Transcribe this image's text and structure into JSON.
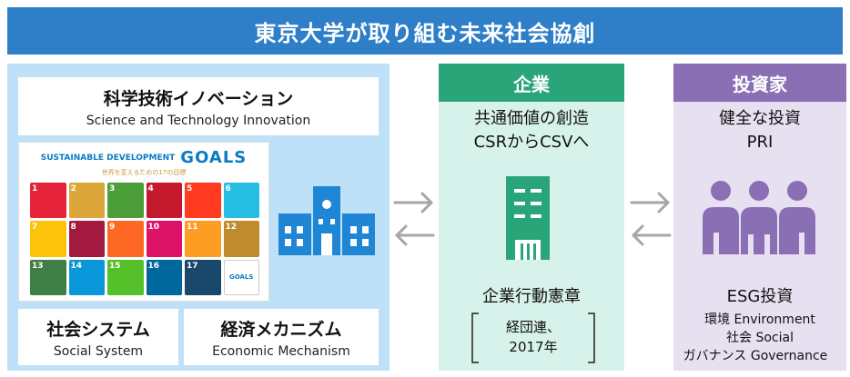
{
  "banner": {
    "title": "東京大学が取り組む未来社会協創"
  },
  "university": {
    "science": {
      "jp": "科学技術イノベーション",
      "en": "Science and Technology Innovation"
    },
    "social": {
      "jp": "社会システム",
      "en": "Social System"
    },
    "economic": {
      "jp": "経済メカニズム",
      "en": "Economic Mechanism"
    },
    "sdgs": {
      "title_small": "SUSTAINABLE DEVELOPMENT",
      "title_big": "GOALS",
      "subtitle": "世界を変えるための17の目標"
    },
    "building_icon": "university-building-icon"
  },
  "company": {
    "header": "企業",
    "line1": "共通価値の創造",
    "line2": "CSRからCSVへ",
    "charter": "企業行動憲章",
    "source": "経団連、",
    "year": "2017年",
    "color": "#2aa579",
    "bg": "#d7f2ea",
    "icon": "office-building-icon"
  },
  "investor": {
    "header": "投資家",
    "line1": "健全な投資",
    "line2": "PRI",
    "esg": "ESG投資",
    "env": "環境 Environment",
    "social": "社会 Social",
    "gov": "ガバナンス Governance",
    "color": "#8b6fb5",
    "bg": "#e6e0f1",
    "icon": "people-group-icon"
  },
  "sdg_tiles": [
    {
      "n": "1",
      "color": "#e5243b"
    },
    {
      "n": "2",
      "color": "#dda63a"
    },
    {
      "n": "3",
      "color": "#4c9f38"
    },
    {
      "n": "4",
      "color": "#c5192d"
    },
    {
      "n": "5",
      "color": "#ff3a21"
    },
    {
      "n": "6",
      "color": "#26bde2"
    },
    {
      "n": "7",
      "color": "#fcc30b"
    },
    {
      "n": "8",
      "color": "#a21942"
    },
    {
      "n": "9",
      "color": "#fd6925"
    },
    {
      "n": "10",
      "color": "#dd1367"
    },
    {
      "n": "11",
      "color": "#fd9d24"
    },
    {
      "n": "12",
      "color": "#bf8b2e"
    },
    {
      "n": "13",
      "color": "#3f7e44"
    },
    {
      "n": "14",
      "color": "#0a97d9"
    },
    {
      "n": "15",
      "color": "#56c02b"
    },
    {
      "n": "16",
      "color": "#00689d"
    },
    {
      "n": "17",
      "color": "#19486a"
    },
    {
      "n": "",
      "color": "#ffffff"
    }
  ]
}
